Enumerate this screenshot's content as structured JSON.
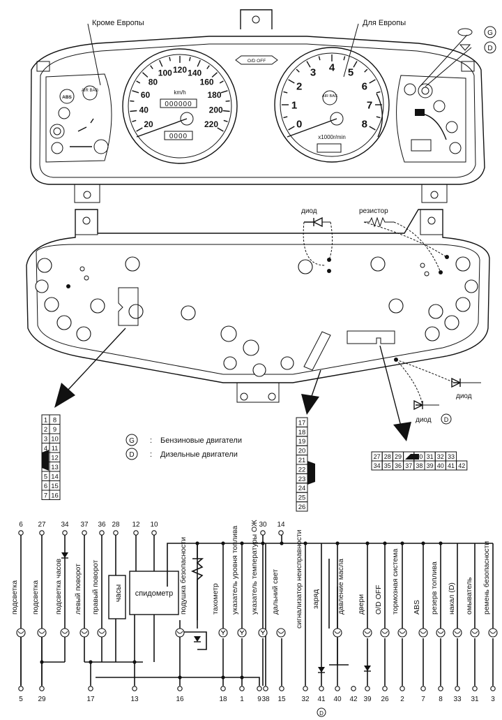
{
  "callouts": {
    "except_europe": "Кроме Европы",
    "for_europe": "Для Европы",
    "diode": "диод",
    "resistor": "резистор",
    "diode_d": "диод"
  },
  "speedometer": {
    "marks": [
      "20",
      "40",
      "60",
      "80",
      "100",
      "120",
      "140",
      "160",
      "180",
      "200",
      "220"
    ],
    "unit": "km/h",
    "odometer": "000000",
    "trip": "0000"
  },
  "tachometer": {
    "marks": [
      "0",
      "1",
      "2",
      "3",
      "4",
      "5",
      "6",
      "7",
      "8"
    ],
    "unit": "x1000r/min",
    "airbag": "AIR BAG"
  },
  "indicators": {
    "od_off": "O/D OFF",
    "abs": "ABS",
    "airbag": "AIR BAG"
  },
  "badges": {
    "g": "G",
    "d": "D"
  },
  "legend": {
    "g_text": "Бензиновые двигатели",
    "d_text": "Дизельные двигатели",
    "sep": ":"
  },
  "connector_a": {
    "rows": [
      [
        "1",
        "8"
      ],
      [
        "2",
        "9"
      ],
      [
        "3",
        "10"
      ],
      [
        "4",
        "11"
      ],
      [
        "",
        "12"
      ],
      [
        "",
        "13"
      ],
      [
        "5",
        "14"
      ],
      [
        "6",
        "15"
      ],
      [
        "7",
        "16"
      ]
    ]
  },
  "connector_b": {
    "pins": [
      "17",
      "18",
      "19",
      "20",
      "21",
      "22",
      "23",
      "24",
      "25",
      "26"
    ]
  },
  "connector_c": {
    "top": [
      "27",
      "28",
      "29",
      "",
      "30",
      "31",
      "32",
      "33"
    ],
    "bottom": [
      "34",
      "35",
      "36",
      "37",
      "38",
      "39",
      "40",
      "41",
      "42"
    ]
  },
  "schematic": {
    "top_pins": [
      "6",
      "27",
      "34",
      "37",
      "36",
      "28",
      "12",
      "10",
      "30",
      "14"
    ],
    "bottom_pins": [
      "5",
      "29",
      "17",
      "13",
      "16",
      "18",
      "1",
      "9",
      "38",
      "15",
      "32",
      "41",
      "40",
      "42",
      "39",
      "26",
      "2",
      "7",
      "8",
      "33",
      "31",
      "3"
    ],
    "bottom_sub": "D",
    "device_clock": "часы",
    "device_speedo": "спидометр",
    "labels": [
      "подсветка",
      "подсветка",
      "подсветка часов",
      "левый поворот",
      "правый поворот",
      "подушка безопасности",
      "тахометр",
      "указатель уровня топлива",
      "указатель температуры ОЖ",
      "дальний свет",
      "сигнализатор неисправности",
      "заряд",
      "давление масла",
      "двери",
      "O/D OFF",
      "тормозная система",
      "ABS",
      "резерв топлива",
      "накал (D)",
      "омыватель",
      "ремень безопасности"
    ]
  }
}
